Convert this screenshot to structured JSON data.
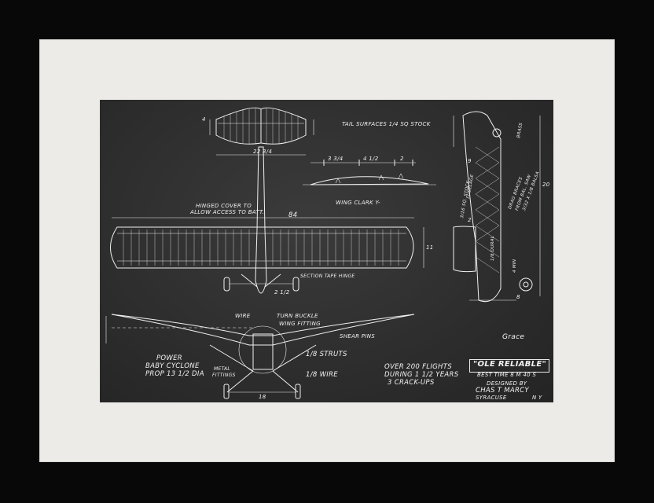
{
  "artwork": {
    "frame_color": "#080808",
    "mat_color": "#ecebe8",
    "blueprint_color": "#2e2e2e",
    "line_color": "#f2f2f2"
  },
  "labels": {
    "tail_surfaces": "TAIL SURFACES 1/4 SQ STOCK",
    "hinged_cover": "HINGED COVER TO",
    "allow_access": "ALLOW ACCESS TO BATT.",
    "wing_clark": "WING CLARK Y-",
    "section_tape_hinge": "SECTION TAPE HINGE",
    "wire": "WIRE",
    "turn_buckle": "TURN BUCKLE",
    "wing_fitting": "WING FITTING",
    "shear_pins": "SHEAR PINS",
    "struts": "1/8 STRUTS",
    "wire_small": "1/8 WIRE",
    "metal": "METAL",
    "fittings": "FITTINGS",
    "power": "POWER",
    "baby_cyclone": "BABY CYCLONE",
    "prop": "PROP 13 1/2 DIA",
    "flights1": "OVER 200 FLIGHTS",
    "flights2": "DURING 1 1/2 YEARS",
    "flights3": "3 CRACK-UPS",
    "title": "\"OLE RELIABLE\"",
    "best_time": "BEST TIME 8 M 40 S",
    "designed_by": "DESIGNED BY",
    "designer": "CHAS T MARCY",
    "city": "SYRACUSE",
    "state": "N Y",
    "signature": "Grace",
    "drag_braces": "DRAG BRACES",
    "drag_braces2": "FROM BAL. SAW",
    "drag_braces3": "3/32 X 1/8 BALSA",
    "fuselage_note": "3/16 SQ. STOCK",
    "fuselage_note2": "FUSELAGE",
    "brass": "BRASS",
    "dural": "1/8 DURAL",
    "min": "4 MIN"
  },
  "dimensions": {
    "span": "84",
    "tail_span": "22 3/4",
    "d1": "3 3/4",
    "d2": "4 1/2",
    "d3": "2",
    "gear": "2 1/2",
    "gear_track": "18",
    "side_height": "20",
    "chord": "11",
    "tail_height": "4",
    "side_9": "9",
    "side_8": "8",
    "side_2": "2"
  }
}
